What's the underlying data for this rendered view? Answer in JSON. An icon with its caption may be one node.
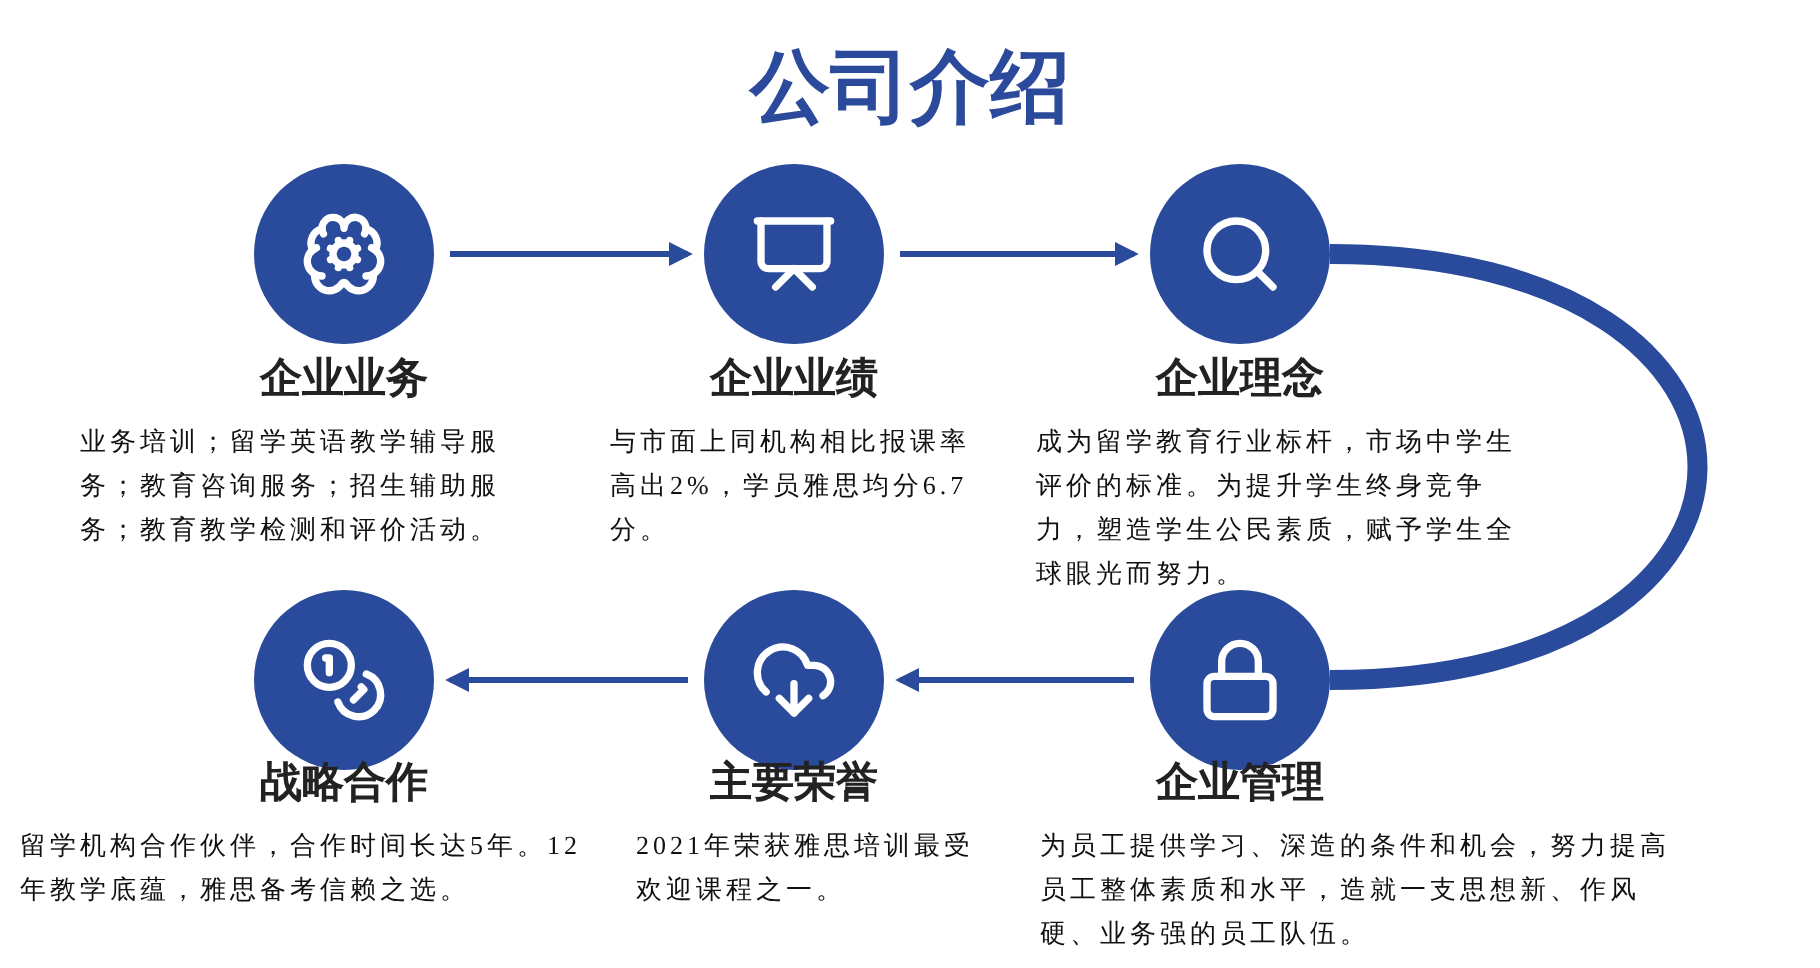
{
  "diagram": {
    "title": "公司介绍",
    "nodes": [
      {
        "text": [
          "企业业务",
          "业务培训；留学英语教学辅导服务；教育咨询服务；招生辅助服务；教育教学检测和评价活动。"
        ]
      },
      {
        "text": [
          "企业业绩",
          "与市面上同机构相比报课率高出2%，学员雅思均分6.7分。"
        ]
      },
      {
        "text": [
          "企业理念",
          "成为留学教育行业标杆，市场中学生评价的标准。为提升学生终身竞争力，塑造学生公民素质，赋予学生全球眼光而努力。"
        ]
      },
      {
        "text": [
          "战略合作",
          "留学机构合作伙伴，合作时间长达5年。12年教学底蕴，雅思备考信赖之选。"
        ]
      },
      {
        "text": [
          "主要荣誉",
          "2021年荣获雅思培训最受欢迎课程之一。"
        ]
      },
      {
        "text": [
          "企业管理",
          "为员工提供学习、深造的条件和机会，努力提高员工整体素质和水平，造就一支思想新、作风硬、业务强的员工队伍。"
        ]
      }
    ],
    "edges": [
      {
        "from": 0,
        "to": 1,
        "arrow": "to"
      },
      {
        "from": 1,
        "to": 2,
        "arrow": "to"
      },
      {
        "from": 2,
        "to": 5,
        "arrow": "none",
        "style": "thick"
      },
      {
        "from": 5,
        "to": 4,
        "arrow": "to"
      },
      {
        "from": 4,
        "to": 3,
        "arrow": "to"
      }
    ]
  }
}
